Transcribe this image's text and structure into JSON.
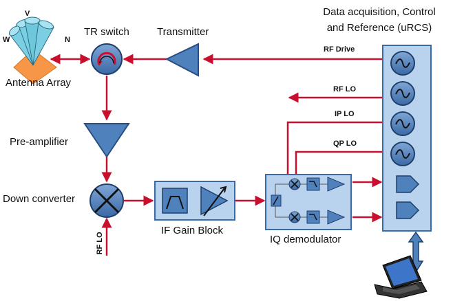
{
  "antenna": {
    "label": "Antenna Array",
    "beam_labels": [
      "V",
      "W",
      "N"
    ]
  },
  "blocks": {
    "tr_switch": "TR switch",
    "transmitter": "Transmitter",
    "pre_amplifier": "Pre-amplifier",
    "down_converter": "Down converter",
    "if_gain_block": "IF Gain Block",
    "iq_demodulator": "IQ demodulator",
    "urcs_line1": "Data acquisition, Control",
    "urcs_line2": "and Reference (uRCS)"
  },
  "signals": {
    "rf_drive": "RF Drive",
    "rf_lo_out": "RF LO",
    "ip_lo": "IP LO",
    "qp_lo": "QP LO",
    "rf_lo_in": "RF LO"
  },
  "colors": {
    "signal_line": "#c8102e",
    "block_fill": "#b9d2ee",
    "block_border": "#3a6aa6",
    "component_fill": "#4f81bd",
    "component_dark": "#2a4e80",
    "antenna_base": "#f79646",
    "beam": "#6fc7dc"
  }
}
